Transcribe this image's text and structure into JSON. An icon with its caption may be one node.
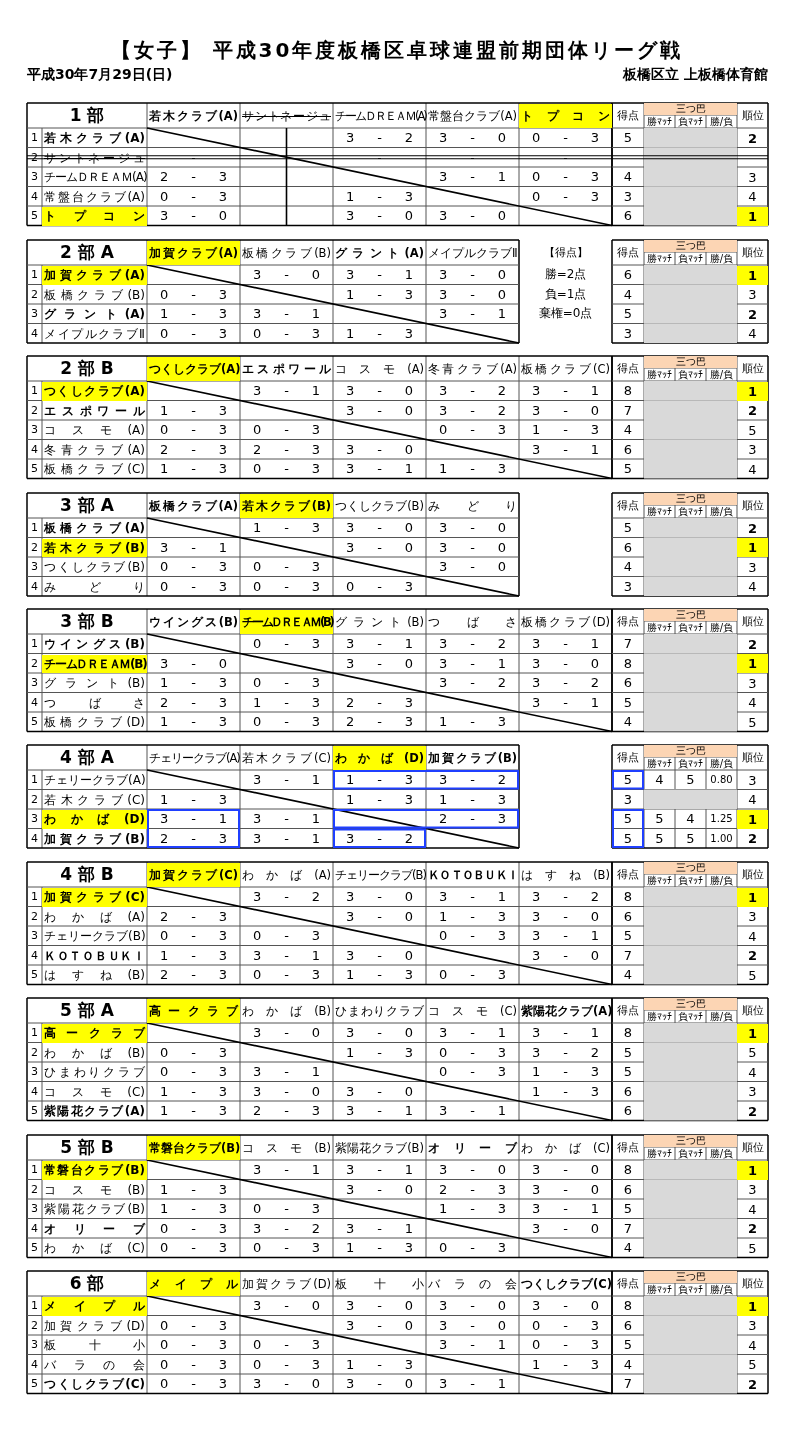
{
  "diagram": {
    "title": "【女子】 平成30年度板橋区卓球連盟前期団体リーグ戦",
    "labels": [
      "平成30年7月29日(日)",
      "板橋区立 上板橋体育館",
      "1 部",
      "若木クラブ(A)",
      "サントネージュ",
      "チームＤＲＥＡＭ(A)",
      "常盤台クラブ(A)",
      "トプコン",
      "得点",
      "三つ巴",
      "順位",
      "勝ﾏｯﾁ",
      "負ﾏｯﾁ",
      "勝/負",
      "1",
      "若木クラブ(A)",
      "3 - 2",
      "3 - 0",
      "0 - 3",
      "5",
      "2",
      "2",
      "サントネージュ",
      "-",
      "-",
      "-",
      "-",
      "3",
      "チームＤＲＥＡＭ(A)",
      "2 - 3",
      "3 - 1",
      "0 - 3",
      "4",
      "3",
      "4",
      "常盤台クラブ(A)",
      "0 - 3",
      "1 - 3",
      "0 - 3",
      "3",
      "4",
      "5",
      "トプコン",
      "3 - 0",
      "3 - 0",
      "3 - 0",
      "6",
      "1",
      "2 部 A",
      "加賀クラブ(A)",
      "板橋クラブ(B)",
      "グラント(A)",
      "メイプルクラブⅡ",
      "【得点】",
      "得点",
      "三つ巴",
      "順位",
      "勝ﾏｯﾁ",
      "負ﾏｯﾁ",
      "勝/負",
      "1",
      "加賀クラブ(A)",
      "3 - 0",
      "3 - 1",
      "3 - 0",
      "勝=2点",
      "6",
      "1",
      "2",
      "板橋クラブ(B)",
      "0 - 3",
      "1 - 3",
      "3 - 0",
      "負=1点",
      "4",
      "3",
      "3",
      "グラント(A)",
      "1 - 3",
      "3 - 1",
      "3 - 1",
      "棄権=0点",
      "5",
      "2",
      "4",
      "メイプルクラブⅡ",
      "0 - 3",
      "0 - 3",
      "1 - 3",
      "3",
      "4",
      "2 部 B",
      "つくしクラブ(A)",
      "エスポワール",
      "コスモ(A)",
      "冬青クラブ(A)",
      "板橋クラブ(C)",
      "得点",
      "三つ巴",
      "順位",
      "勝ﾏｯﾁ",
      "負ﾏｯﾁ",
      "勝/負",
      "1",
      "つくしクラブ(A)",
      "3 - 1",
      "3 - 0",
      "3 - 2",
      "3 - 1",
      "8",
      "1",
      "2",
      "エスポワール",
      "1 - 3",
      "3 - 0",
      "3 - 2",
      "3 - 0",
      "7",
      "2",
      "3",
      "コスモ(A)",
      "0 - 3",
      "0 - 3",
      "0 - 3",
      "1 - 3",
      "4",
      "5",
      "4",
      "冬青クラブ(A)",
      "2 - 3",
      "2 - 3",
      "3 - 0",
      "3 - 1",
      "6",
      "3",
      "5",
      "板橋クラブ(C)",
      "1 - 3",
      "0 - 3",
      "3 - 1",
      "1 - 3",
      "5",
      "4",
      "3 部 A",
      "板橋クラブ(A)",
      "若木クラブ(B)",
      "つくしクラブ(B)",
      "みどり",
      "得点",
      "三つ巴",
      "順位",
      "勝ﾏｯﾁ",
      "負ﾏｯﾁ",
      "勝/負",
      "1",
      "板橋クラブ(A)",
      "1 - 3",
      "3 - 0",
      "3 - 0",
      "5",
      "2",
      "2",
      "若木クラブ(B)",
      "3 - 1",
      "3 - 0",
      "3 - 0",
      "6",
      "1",
      "3",
      "つくしクラブ(B)",
      "0 - 3",
      "0 - 3",
      "3 - 0",
      "4",
      "3",
      "4",
      "みどり",
      "0 - 3",
      "0 - 3",
      "0 - 3",
      "3",
      "4",
      "3 部 B",
      "ウイングス(B)",
      "チームＤＲＥＡＭ(B)",
      "グラント(B)",
      "つばさ",
      "板橋クラブ(D)",
      "得点",
      "三つ巴",
      "順位",
      "勝ﾏｯﾁ",
      "負ﾏｯﾁ",
      "勝/負",
      "1",
      "ウイングス(B)",
      "0 - 3",
      "3 - 1",
      "3 - 2",
      "3 - 1",
      "7",
      "2",
      "2",
      "チームＤＲＥＡＭ(B)",
      "3 - 0",
      "3 - 0",
      "3 - 1",
      "3 - 0",
      "8",
      "1",
      "3",
      "グラント(B)",
      "1 - 3",
      "0 - 3",
      "3 - 2",
      "3 - 2",
      "6",
      "3",
      "4",
      "つばさ",
      "2 - 3",
      "1 - 3",
      "2 - 3",
      "3 - 1",
      "5",
      "4",
      "5",
      "板橋クラブ(D)",
      "1 - 3",
      "0 - 3",
      "2 - 3",
      "1 - 3",
      "4",
      "5",
      "4 部 A",
      "チェリークラブ(A)",
      "若木クラブ(C)",
      "わかば(D)",
      "加賀クラブ(B)",
      "得点",
      "三つ巴",
      "順位",
      "勝ﾏｯﾁ",
      "負ﾏｯﾁ",
      "勝/負",
      "1",
      "チェリークラブ(A)",
      "3 - 1",
      "1 - 3",
      "3 - 2",
      "5",
      "4",
      "5",
      "0.80",
      "3",
      "2",
      "若木クラブ(C)",
      "1 - 3",
      "1 - 3",
      "1 - 3",
      "3",
      "4",
      "3",
      "わかば(D)",
      "3 - 1",
      "3 - 1",
      "2 - 3",
      "5",
      "5",
      "4",
      "1.25",
      "1",
      "4",
      "加賀クラブ(B)",
      "2 - 3",
      "3 - 1",
      "3 - 2",
      "5",
      "5",
      "5",
      "1.00",
      "2",
      "4 部 B",
      "加賀クラブ(C)",
      "わかば(A)",
      "チェリークラブ(B)",
      "ＫＯＴＯＢＵＫＩ",
      "はすね(B)",
      "得点",
      "三つ巴",
      "順位",
      "勝ﾏｯﾁ",
      "負ﾏｯﾁ",
      "勝/負",
      "1",
      "加賀クラブ(C)",
      "3 - 2",
      "3 - 0",
      "3 - 1",
      "3 - 2",
      "8",
      "1",
      "2",
      "わかば(A)",
      "2 - 3",
      "3 - 0",
      "1 - 3",
      "3 - 0",
      "6",
      "3",
      "3",
      "チェリークラブ(B)",
      "0 - 3",
      "0 - 3",
      "0 - 3",
      "3 - 1",
      "5",
      "4",
      "4",
      "ＫＯＴＯＢＵＫＩ",
      "1 - 3",
      "3 - 1",
      "3 - 0",
      "3 - 0",
      "7",
      "2",
      "5",
      "はすね(B)",
      "2 - 3",
      "0 - 3",
      "1 - 3",
      "0 - 3",
      "4",
      "5",
      "5 部 A",
      "高ークラブ",
      "わかば(B)",
      "ひまわりクラブ",
      "コスモ(C)",
      "紫陽花クラブ(A)",
      "得点",
      "三つ巴",
      "順位",
      "勝ﾏｯﾁ",
      "負ﾏｯﾁ",
      "勝/負",
      "1",
      "高ークラブ",
      "3 - 0",
      "3 - 0",
      "3 - 1",
      "3 - 1",
      "8",
      "1",
      "2",
      "わかば(B)",
      "0 - 3",
      "1 - 3",
      "0 - 3",
      "3 - 2",
      "5",
      "5",
      "3",
      "ひまわりクラブ",
      "0 - 3",
      "3 - 1",
      "0 - 3",
      "1 - 3",
      "5",
      "4",
      "4",
      "コスモ(C)",
      "1 - 3",
      "3 - 0",
      "3 - 0",
      "1 - 3",
      "6",
      "3",
      "5",
      "紫陽花クラブ(A)",
      "1 - 3",
      "2 - 3",
      "3 - 1",
      "3 - 1",
      "6",
      "2",
      "5 部 B",
      "常磐台クラブ(B)",
      "コスモ(B)",
      "紫陽花クラブ(B)",
      "オリーブ",
      "わかば(C)",
      "得点",
      "三つ巴",
      "順位",
      "勝ﾏｯﾁ",
      "負ﾏｯﾁ",
      "勝/負",
      "1",
      "常磐台クラブ(B)",
      "3 - 1",
      "3 - 1",
      "3 - 0",
      "3 - 0",
      "8",
      "1",
      "2",
      "コスモ(B)",
      "1 - 3",
      "3 - 0",
      "2 - 3",
      "3 - 0",
      "6",
      "3",
      "3",
      "紫陽花クラブ(B)",
      "1 - 3",
      "0 - 3",
      "1 - 3",
      "3 - 1",
      "5",
      "4",
      "4",
      "オリーブ",
      "0 - 3",
      "3 - 2",
      "3 - 1",
      "3 - 0",
      "7",
      "2",
      "5",
      "わかば(C)",
      "0 - 3",
      "0 - 3",
      "1 - 3",
      "0 - 3",
      "4",
      "5",
      "6 部",
      "メイプル",
      "加賀クラブ(D)",
      "板十小",
      "バラの会",
      "つくしクラブ(C)",
      "得点",
      "三つ巴",
      "順位",
      "勝ﾏｯﾁ",
      "負ﾏｯﾁ",
      "勝/負",
      "1",
      "メイプル",
      "3 - 0",
      "3 - 0",
      "3 - 0",
      "3 - 0",
      "8",
      "1",
      "2",
      "加賀クラブ(D)",
      "0 - 3",
      "3 - 0",
      "3 - 0",
      "0 - 3",
      "6",
      "3",
      "3",
      "板十小",
      "0 - 3",
      "0 - 3",
      "3 - 1",
      "0 - 3",
      "5",
      "4",
      "4",
      "バラの会",
      "0 - 3",
      "0 - 3",
      "1 - 3",
      "1 - 3",
      "4",
      "5",
      "5",
      "つくしクラブ(C)",
      "0 - 3",
      "3 - 0",
      "3 - 0",
      "3 - 1",
      "7",
      "2"
    ]
  }
}
